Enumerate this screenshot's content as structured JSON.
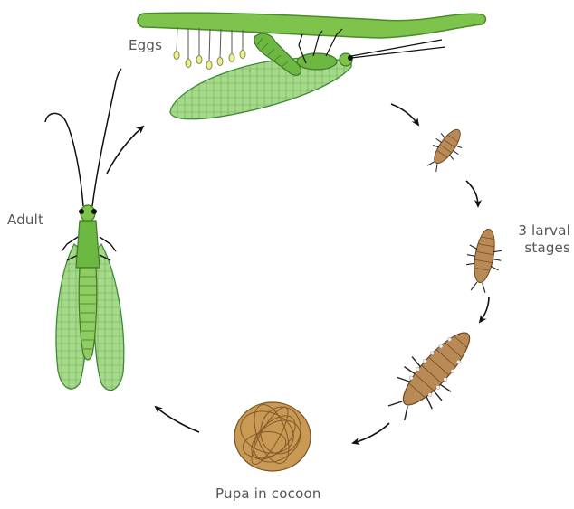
{
  "labels": {
    "eggs": "Eggs",
    "adult": "Adult",
    "larval_line1": "3 larval",
    "larval_line2": "stages",
    "pupa": "Pupa in cocoon"
  },
  "colors": {
    "leaf": "#7ec34b",
    "leaf_outline": "#4a8c2a",
    "wing": "#a6d98a",
    "wing_vein": "#3f8a38",
    "body": "#6cb842",
    "larva": "#b98a55",
    "cocoon": "#a9793a",
    "arrow": "#111111",
    "label": "#555555"
  },
  "stages": [
    "eggs",
    "larva-1",
    "larva-2",
    "larva-3",
    "pupa",
    "adult"
  ],
  "icons": [
    "leaf",
    "egg-stalks",
    "egg-laying-lacewing",
    "lacewing-larva",
    "cocoon",
    "adult-lacewing",
    "cycle-arrow"
  ]
}
